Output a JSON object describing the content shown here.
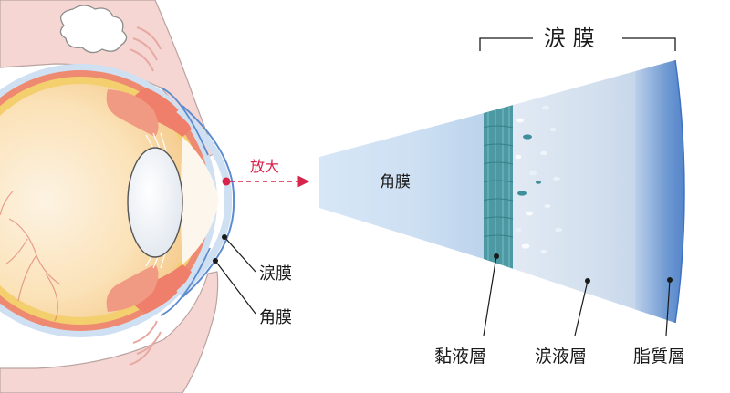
{
  "labels": {
    "tear_film_title": "涙 膜",
    "zoom": "放大",
    "cornea_inner": "角膜",
    "tear_film_side": "涙膜",
    "cornea_side": "角膜",
    "mucin_layer": "黏液層",
    "aqueous_layer": "涙液層",
    "lipid_layer": "脂質層"
  },
  "colors": {
    "accent": "#d8234b",
    "lipid": "#4a7ec9",
    "mucin": "#3f8f9a",
    "cornea": "#cfe1f3",
    "iris": "#ef7f6a",
    "eyeball": "#f9d9a6",
    "skin": "#f6d6d2"
  }
}
